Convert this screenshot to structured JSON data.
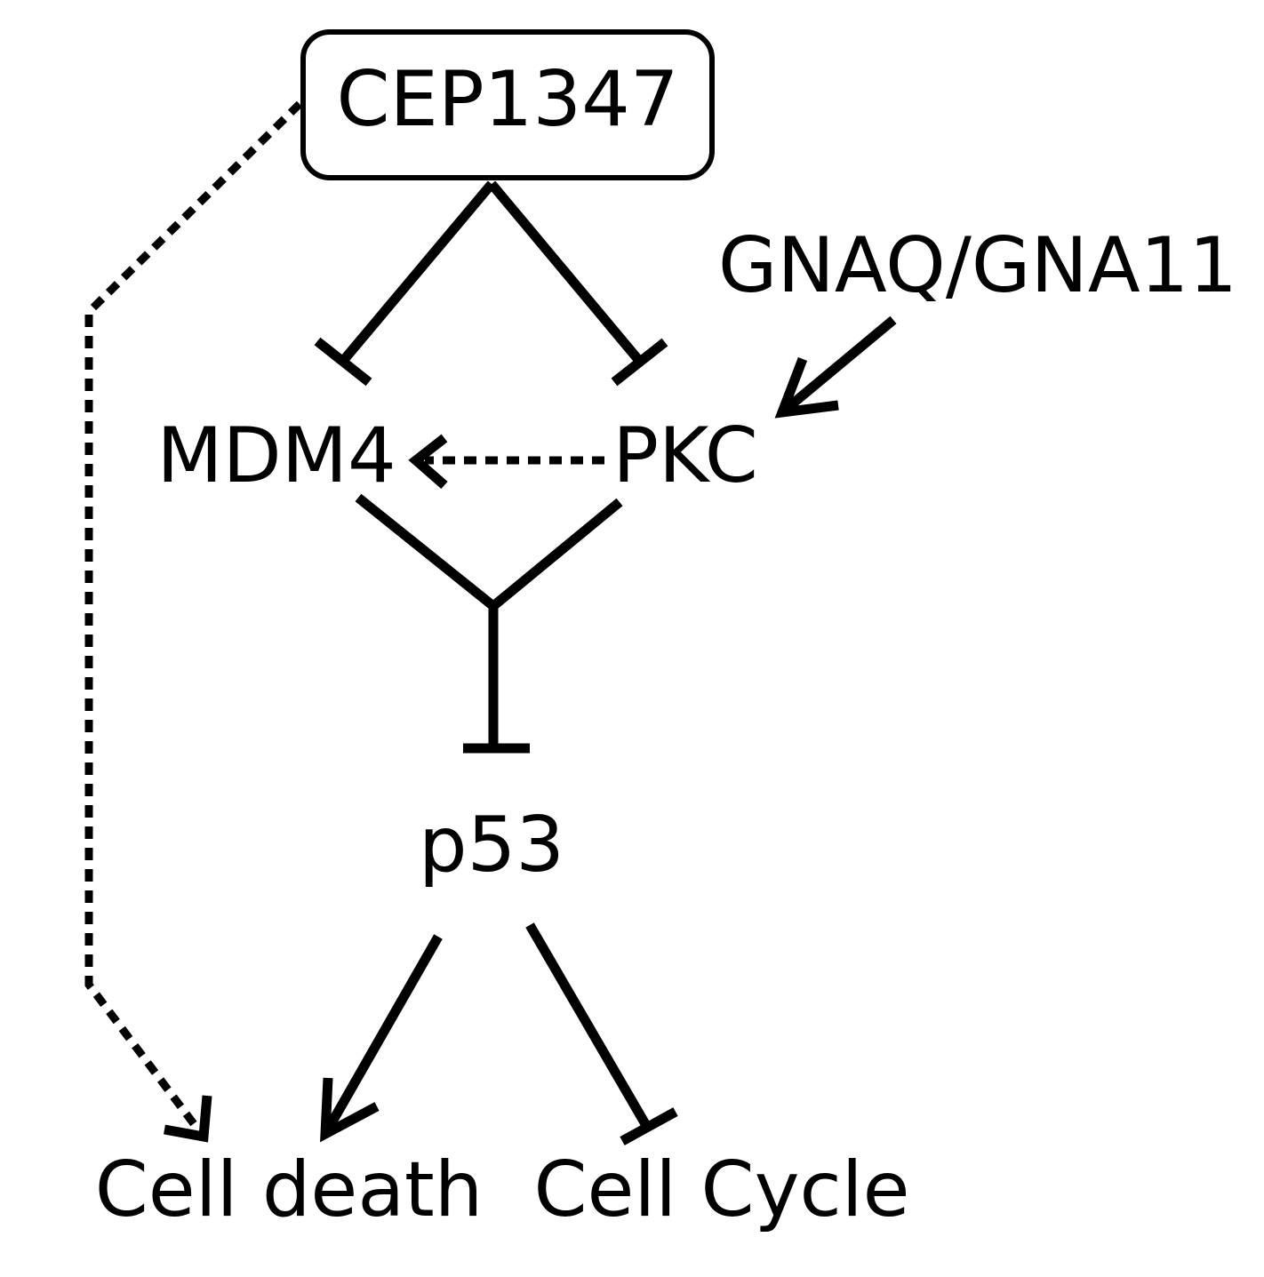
{
  "nodes": {
    "cep1347": "CEP1347",
    "gnaq": "GNAQ/GNA11",
    "mdm4": "MDM4",
    "pkc": "PKC",
    "p53": "p53",
    "cell_death": "Cell death",
    "cell_cycle": "Cell Cycle"
  },
  "edges": [
    {
      "from": "CEP1347",
      "to": "MDM4",
      "type": "inhibits",
      "style": "solid"
    },
    {
      "from": "CEP1347",
      "to": "PKC",
      "type": "inhibits",
      "style": "solid"
    },
    {
      "from": "GNAQ/GNA11",
      "to": "PKC",
      "type": "activates",
      "style": "solid"
    },
    {
      "from": "PKC",
      "to": "MDM4",
      "type": "activates",
      "style": "dotted"
    },
    {
      "from": "MDM4",
      "to": "p53",
      "type": "inhibits",
      "style": "solid"
    },
    {
      "from": "PKC",
      "to": "p53",
      "type": "inhibits",
      "style": "solid"
    },
    {
      "from": "p53",
      "to": "Cell death",
      "type": "activates",
      "style": "solid"
    },
    {
      "from": "p53",
      "to": "Cell Cycle",
      "type": "inhibits",
      "style": "solid"
    },
    {
      "from": "CEP1347",
      "to": "Cell death",
      "type": "activates",
      "style": "dotted"
    }
  ]
}
